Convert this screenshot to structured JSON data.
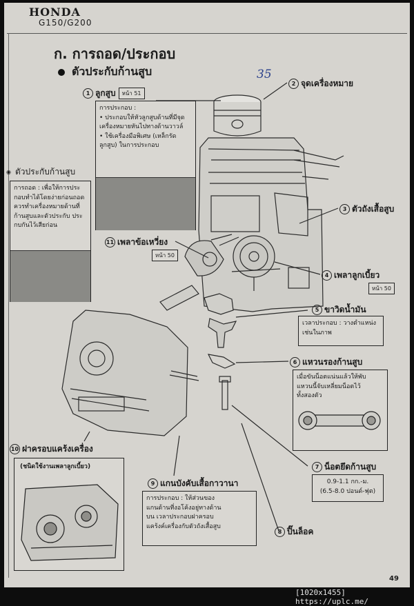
{
  "header": {
    "brand": "HONDA",
    "model": "G150/G200"
  },
  "section_title": "ก. การถอด/ประกอบ",
  "subsection_title": "ตัวประกับก้านสูบ",
  "handwritten_note": "35",
  "page_number": "49",
  "footer": "[1020x1455] https://uplc.me/",
  "parts": {
    "p1": {
      "num": "1",
      "name": "ลูกสูบ",
      "ref": "หน้า 51"
    },
    "p2": {
      "num": "2",
      "name": "จุดเครื่องหมาย"
    },
    "p3": {
      "num": "3",
      "name": "ตัวถังเสื้อสูบ"
    },
    "p4": {
      "num": "4",
      "name": "เพลาลูกเบี้ยว",
      "ref": "หน้า 50"
    },
    "p5": {
      "num": "5",
      "name": "ขาวิดน้ำมัน"
    },
    "p6": {
      "num": "6",
      "name": "แหวนรองก้านสูบ"
    },
    "p7": {
      "num": "7",
      "name": "น็อตยึดก้านสูบ"
    },
    "p8": {
      "num": "8",
      "name": "ปิ๊นล็อค"
    },
    "p9": {
      "num": "9",
      "name": "แกนบังคับเสื้อกาวานา"
    },
    "p10": {
      "num": "10",
      "name": "ฝาครอบแคร้งเครื่อง",
      "note": "(ชนิดใช้งานเพลาลูกเบี้ยว)"
    },
    "p11": {
      "num": "11",
      "name": "เพลาข้อเหวี่ยง",
      "ref": "หน้า 50"
    },
    "left_heading": "ตัวประกับก้านสูบ"
  },
  "boxes": {
    "piston": {
      "title": "การประกอบ :",
      "items": [
        "ประกอบให้หัวลูกสูบด้านที่มีจุดเครื่องหมายหันไปทางด้านวาวล์",
        "ใช้เครื่องมือพิเศษ (เหล็กรัดลูกสูบ) ในการประกอบ"
      ]
    },
    "rod_cap": {
      "lines": [
        "การถอด : เพื่อให้การประ",
        "กอบทำได้โดยง่ายก่อนถอด",
        "ควรทำเครื่องหมายด้านที่",
        "ก้านสูบและตัวประกับ ประ",
        "กบกันไว้เสียก่อน"
      ]
    },
    "dipper": {
      "lines": [
        "เวลาประกอบ : วางตำแหน่ง",
        "เช่นในภาพ"
      ]
    },
    "washer": {
      "lines": [
        "เมื่อขันน็อตแน่นแล้วให้พับ",
        "แหวนนี้จับเหลี่ยมน็อตไว้",
        "ทั้งสองตัว"
      ]
    },
    "nut": {
      "lines": [
        "0.9-1.1 กก.-ม.",
        "(6.5-8.0 ปอนด์-ฟุต)"
      ]
    },
    "governor": {
      "lines": [
        "การประกอบ : ให้ส่วนของ",
        "แกนด้านที่งอโค้งอยู่ทางด้าน",
        "บน เวลาประกอบฝาครอบ",
        "แคร้งค์เครื่องกับตัวถังเสื้อสูบ"
      ]
    }
  }
}
